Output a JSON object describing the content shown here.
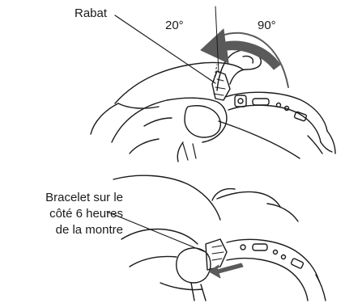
{
  "labels": {
    "rabat": "Rabat",
    "angle_small": "20°",
    "angle_large": "90°",
    "bracelet_lines": [
      "Bracelet sur le",
      "côté 6 heures",
      "de la montre"
    ]
  },
  "colors": {
    "stroke": "#1a1a1a",
    "arrow_fill": "#5a5a5a",
    "background": "#ffffff"
  }
}
